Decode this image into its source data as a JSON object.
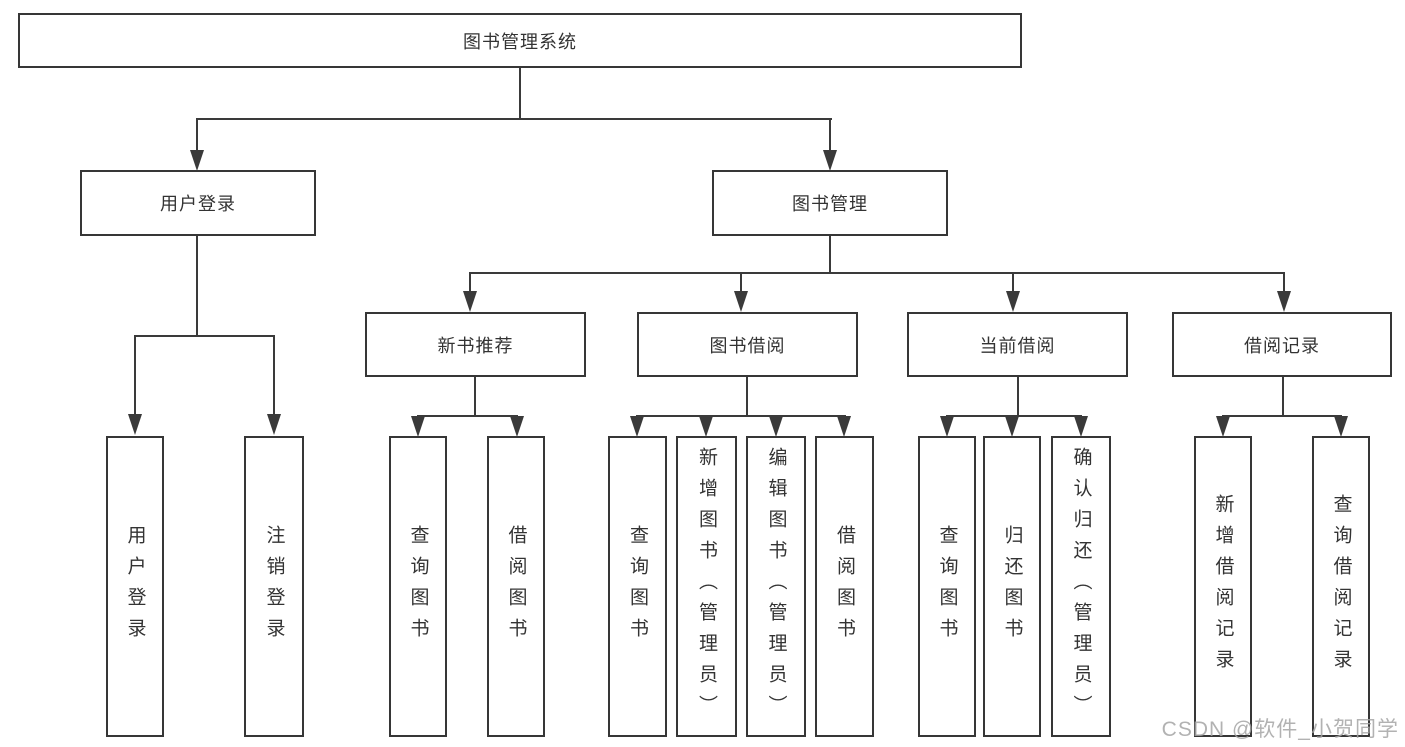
{
  "diagram": {
    "root": {
      "label": "图书管理系统"
    },
    "level2": [
      {
        "label": "用户登录"
      },
      {
        "label": "图书管理"
      }
    ],
    "level3": [
      {
        "label": "新书推荐"
      },
      {
        "label": "图书借阅"
      },
      {
        "label": "当前借阅"
      },
      {
        "label": "借阅记录"
      }
    ],
    "leaves": {
      "user_login": [
        "用户登录",
        "注销登录"
      ],
      "new_book": [
        "查询图书",
        "借阅图书"
      ],
      "book_borrow": [
        "查询图书",
        "新增图书（管理员）",
        "编辑图书（管理员）",
        "借阅图书"
      ],
      "current_borrow": [
        "查询图书",
        "归还图书",
        "确认归还（管理员）"
      ],
      "borrow_record": [
        "新增借阅记录",
        "查询借阅记录"
      ]
    }
  },
  "watermark": {
    "text": "CSDN @软件_小贺同学"
  },
  "colors": {
    "line": "#3a3a3a",
    "border": "#363636",
    "background": "#ffffff",
    "watermark": "#a5a5a5"
  }
}
